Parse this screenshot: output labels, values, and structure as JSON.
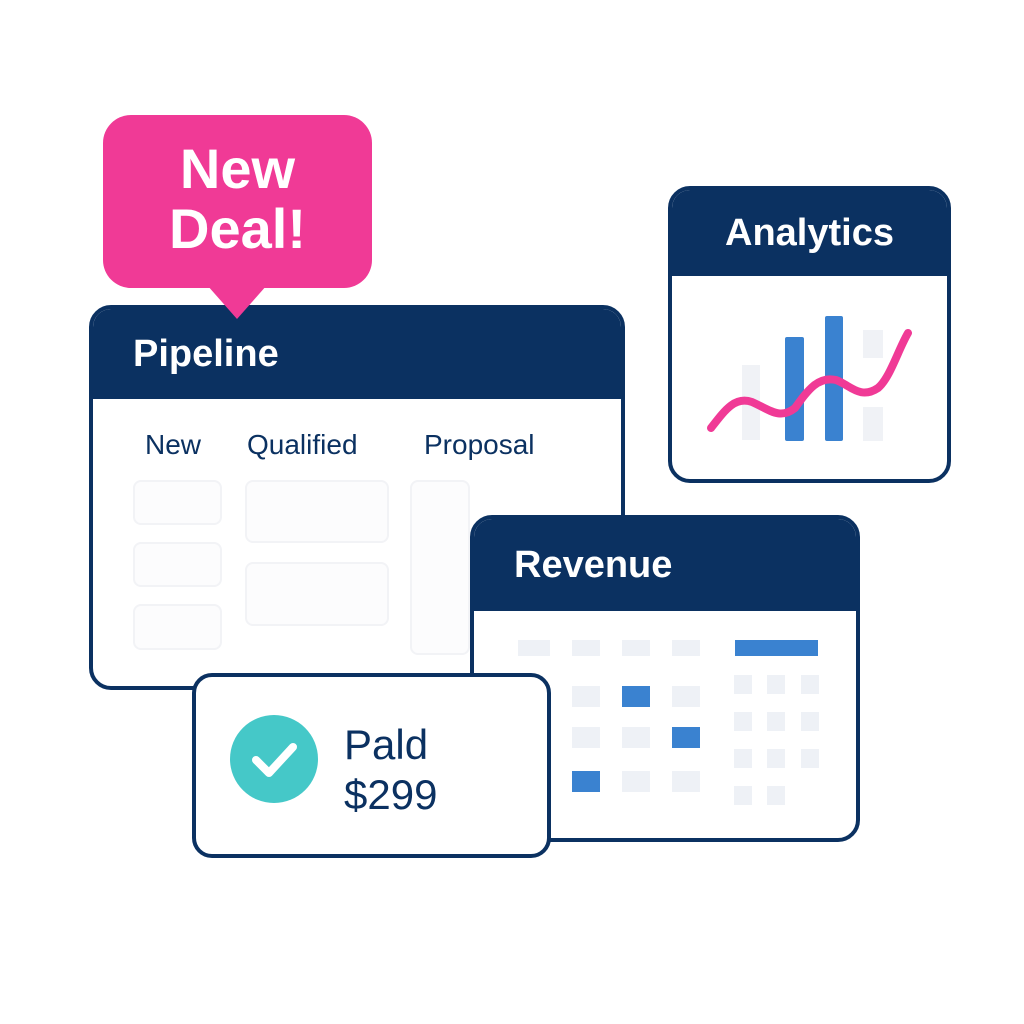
{
  "bubble": {
    "text_line1": "New",
    "text_line2": "Deal!"
  },
  "pipeline": {
    "title": "Pipeline",
    "columns": [
      "New",
      "Qualified",
      "Proposal"
    ]
  },
  "analytics": {
    "title": "Analytics"
  },
  "revenue": {
    "title": "Revenue"
  },
  "payment": {
    "status": "Pald",
    "amount": "$299"
  },
  "colors": {
    "navy": "#0b3161",
    "pink": "#f03a96",
    "blue": "#3a82d0",
    "teal": "#45c8c8"
  }
}
